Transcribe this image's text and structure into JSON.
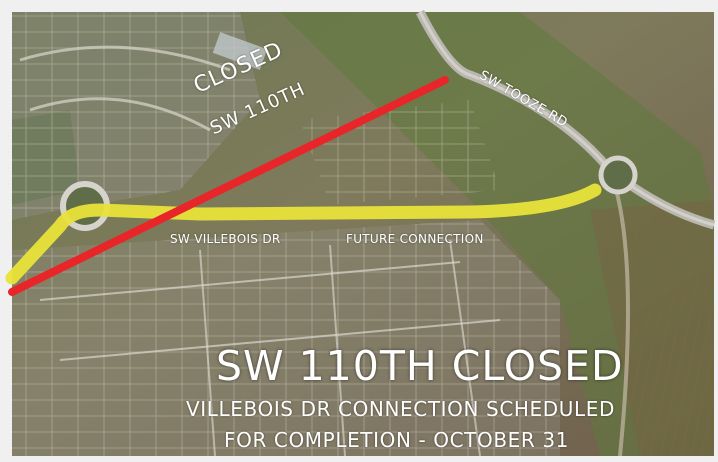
{
  "map": {
    "closed_label_word": "CLOSED",
    "closed_label_road": "SW 110TH",
    "tooze_road_label": "SW TOOZE RD",
    "villebois_label": "SW VILLEBOIS DR",
    "future_connection_label": "FUTURE CONNECTION",
    "headline": "SW 110TH CLOSED",
    "subline_1": "VILLEBOIS DR CONNECTION SCHEDULED",
    "subline_2": "FOR COMPLETION - OCTOBER 31",
    "colors": {
      "closed_road": "#e8262a",
      "future_connection": "#e8e33a",
      "label_text": "#ffffff",
      "frame": "#f0f0f0"
    }
  }
}
